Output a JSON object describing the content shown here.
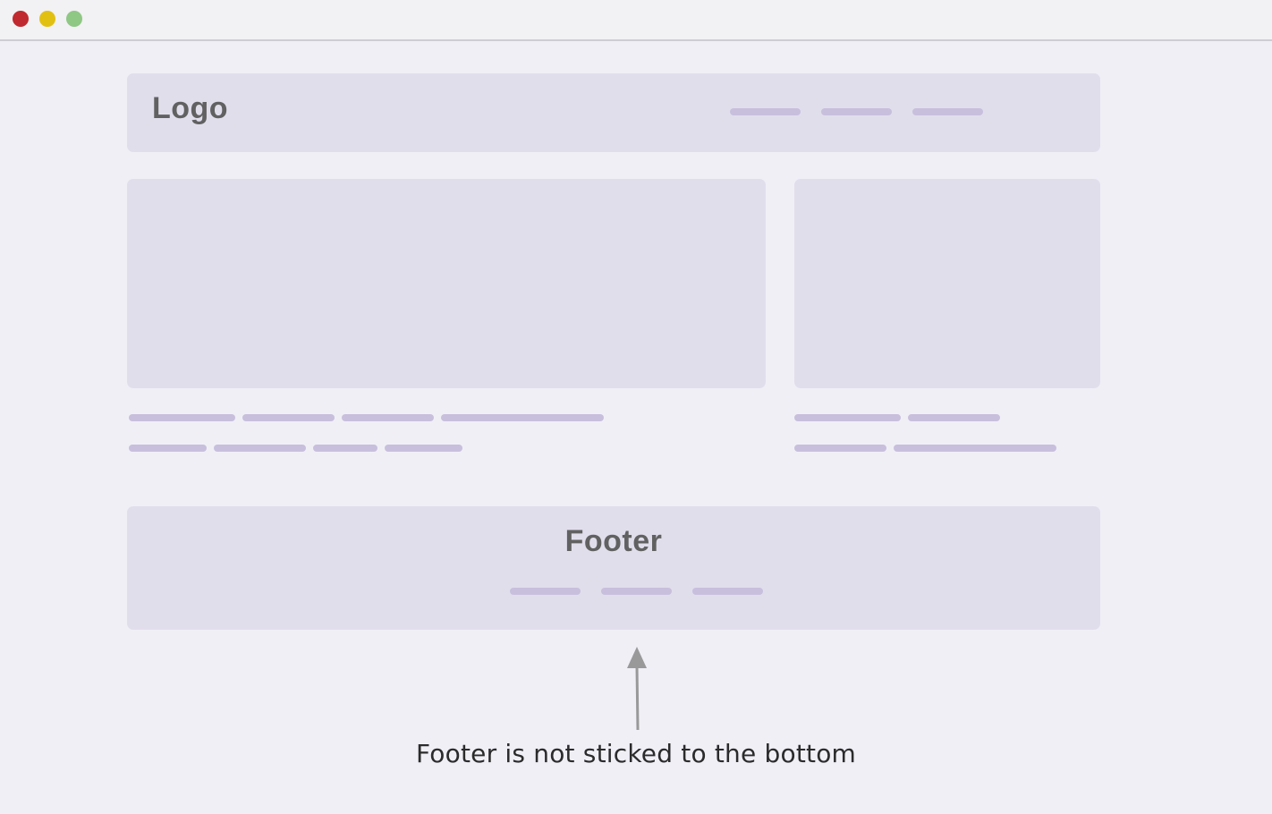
{
  "window": {
    "controls": [
      "close",
      "minimize",
      "maximize"
    ],
    "colors": {
      "close": "#c0292f",
      "minimize": "#e2c012",
      "maximize": "#8fc785"
    }
  },
  "header": {
    "logo": "Logo",
    "nav_items": [
      "nav-placeholder-1",
      "nav-placeholder-2",
      "nav-placeholder-3"
    ]
  },
  "content": {
    "main_block": "content-placeholder",
    "side_block": "sidebar-placeholder"
  },
  "footer": {
    "title": "Footer",
    "links": [
      "footer-link-placeholder-1",
      "footer-link-placeholder-2",
      "footer-link-placeholder-3"
    ]
  },
  "annotation": {
    "text": "Footer is not sticked to the bottom",
    "arrow_direction": "up"
  },
  "colors": {
    "background": "#f0eff6",
    "block": "#e1deec",
    "placeholder_bar": "#c8bfdd",
    "heading_text": "#616161",
    "caption_text": "#2b2b2b",
    "arrow": "#999999"
  }
}
